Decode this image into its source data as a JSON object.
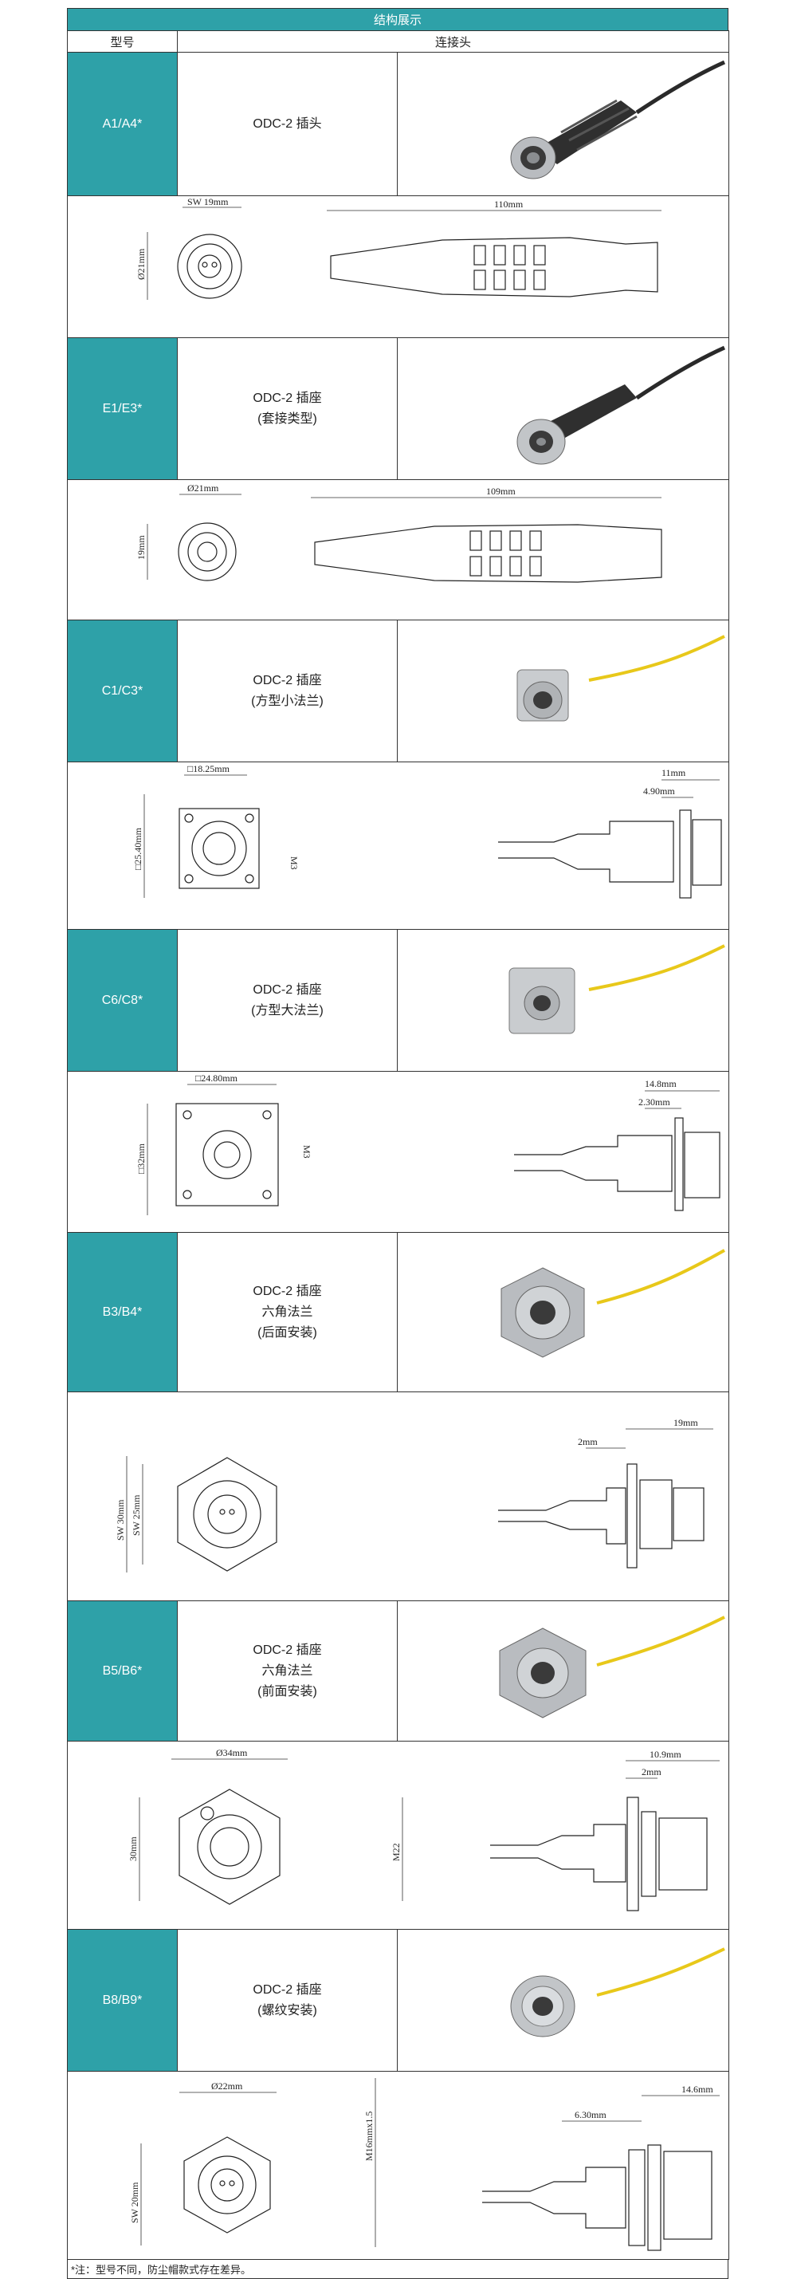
{
  "title": "结构展示",
  "headers": {
    "model": "型号",
    "connector": "连接头"
  },
  "rows": [
    {
      "model": "A1/A4*",
      "desc": [
        "ODC-2 插头"
      ],
      "dims": {
        "a": "SW 19mm",
        "b": "Ø21mm",
        "c": "110mm"
      }
    },
    {
      "model": "E1/E3*",
      "desc": [
        "ODC-2 插座",
        "(套接类型)"
      ],
      "dims": {
        "a": "Ø21mm",
        "b": "19mm",
        "c": "109mm"
      }
    },
    {
      "model": "C1/C3*",
      "desc": [
        "ODC-2 插座",
        "(方型小法兰)"
      ],
      "dims": {
        "a": "□18.25mm",
        "b": "□25.40mm",
        "c": "M3",
        "d": "11mm",
        "e": "4.90mm"
      }
    },
    {
      "model": "C6/C8*",
      "desc": [
        "ODC-2 插座",
        "(方型大法兰)"
      ],
      "dims": {
        "a": "□24.80mm",
        "b": "□32mm",
        "c": "M3",
        "d": "14.8mm",
        "e": "2.30mm"
      }
    },
    {
      "model": "B3/B4*",
      "desc": [
        "ODC-2 插座",
        "六角法兰",
        "(后面安装)"
      ],
      "dims": {
        "a": "SW 30mm",
        "b": "SW 25mm",
        "c": "2mm",
        "d": "19mm"
      }
    },
    {
      "model": "B5/B6*",
      "desc": [
        "ODC-2 插座",
        "六角法兰",
        "(前面安装)"
      ],
      "dims": {
        "a": "Ø34mm",
        "b": "30mm",
        "c": "M22",
        "d": "10.9mm",
        "e": "2mm"
      }
    },
    {
      "model": "B8/B9*",
      "desc": [
        "ODC-2 插座",
        "(螺纹安装)"
      ],
      "dims": {
        "a": "Ø22mm",
        "b": "SW 20mm",
        "c": "M16mmx1.5",
        "d": "14.6mm",
        "e": "6.30mm"
      }
    }
  ],
  "note": "*注：型号不同，防尘帽款式存在差异。",
  "colors": {
    "accent": "#2ea1a8",
    "cable_black": "#2a2a2a",
    "cable_yellow": "#e8c81a"
  }
}
